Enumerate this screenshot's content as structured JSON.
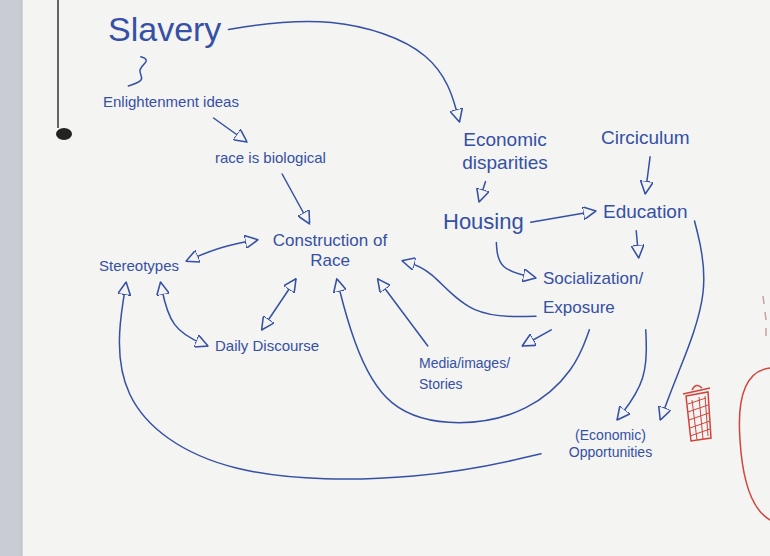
{
  "diagram": {
    "nodes": [
      {
        "text": [
          "Slavery"
        ]
      },
      {
        "text": [
          "Enlightenment ideas"
        ]
      },
      {
        "text": [
          "race is biological"
        ]
      },
      {
        "text": [
          "Economic disparities"
        ]
      },
      {
        "text": [
          "Circiculum"
        ]
      },
      {
        "text": [
          "Housing"
        ]
      },
      {
        "text": [
          "Education"
        ]
      },
      {
        "text": [
          "Stereotypes"
        ]
      },
      {
        "text": [
          "Construction of Race"
        ]
      },
      {
        "text": [
          "Socialization/ Exposure"
        ]
      },
      {
        "text": [
          "Daily Discourse"
        ]
      },
      {
        "text": [
          "Media/images/ Stories"
        ]
      },
      {
        "text": [
          "(Economic) Opportunities"
        ]
      }
    ],
    "edges": [
      {
        "from": 0,
        "to": 1,
        "arrow": "none"
      },
      {
        "from": 0,
        "to": 3,
        "arrow": "to"
      },
      {
        "from": 1,
        "to": 2,
        "arrow": "to"
      },
      {
        "from": 2,
        "to": 8,
        "arrow": "to"
      },
      {
        "from": 3,
        "to": 5,
        "arrow": "to"
      },
      {
        "from": 4,
        "to": 6,
        "arrow": "to"
      },
      {
        "from": 5,
        "to": 6,
        "arrow": "to"
      },
      {
        "from": 5,
        "to": 9,
        "arrow": "to"
      },
      {
        "from": 6,
        "to": 9,
        "arrow": "to"
      },
      {
        "from": 7,
        "to": 8,
        "arrow": "both"
      },
      {
        "from": 7,
        "to": 10,
        "arrow": "both"
      },
      {
        "from": 10,
        "to": 8,
        "arrow": "both"
      },
      {
        "from": 9,
        "to": 8,
        "arrow": "to"
      },
      {
        "from": 11,
        "to": 8,
        "arrow": "to"
      },
      {
        "from": 9,
        "to": 11,
        "arrow": "to"
      },
      {
        "from": 9,
        "to": 12,
        "arrow": "to"
      },
      {
        "from": 6,
        "to": 12,
        "arrow": "to"
      },
      {
        "from": 12,
        "to": 7,
        "arrow": "to"
      },
      {
        "from": 9,
        "to": 8,
        "arrow": "to"
      }
    ]
  }
}
